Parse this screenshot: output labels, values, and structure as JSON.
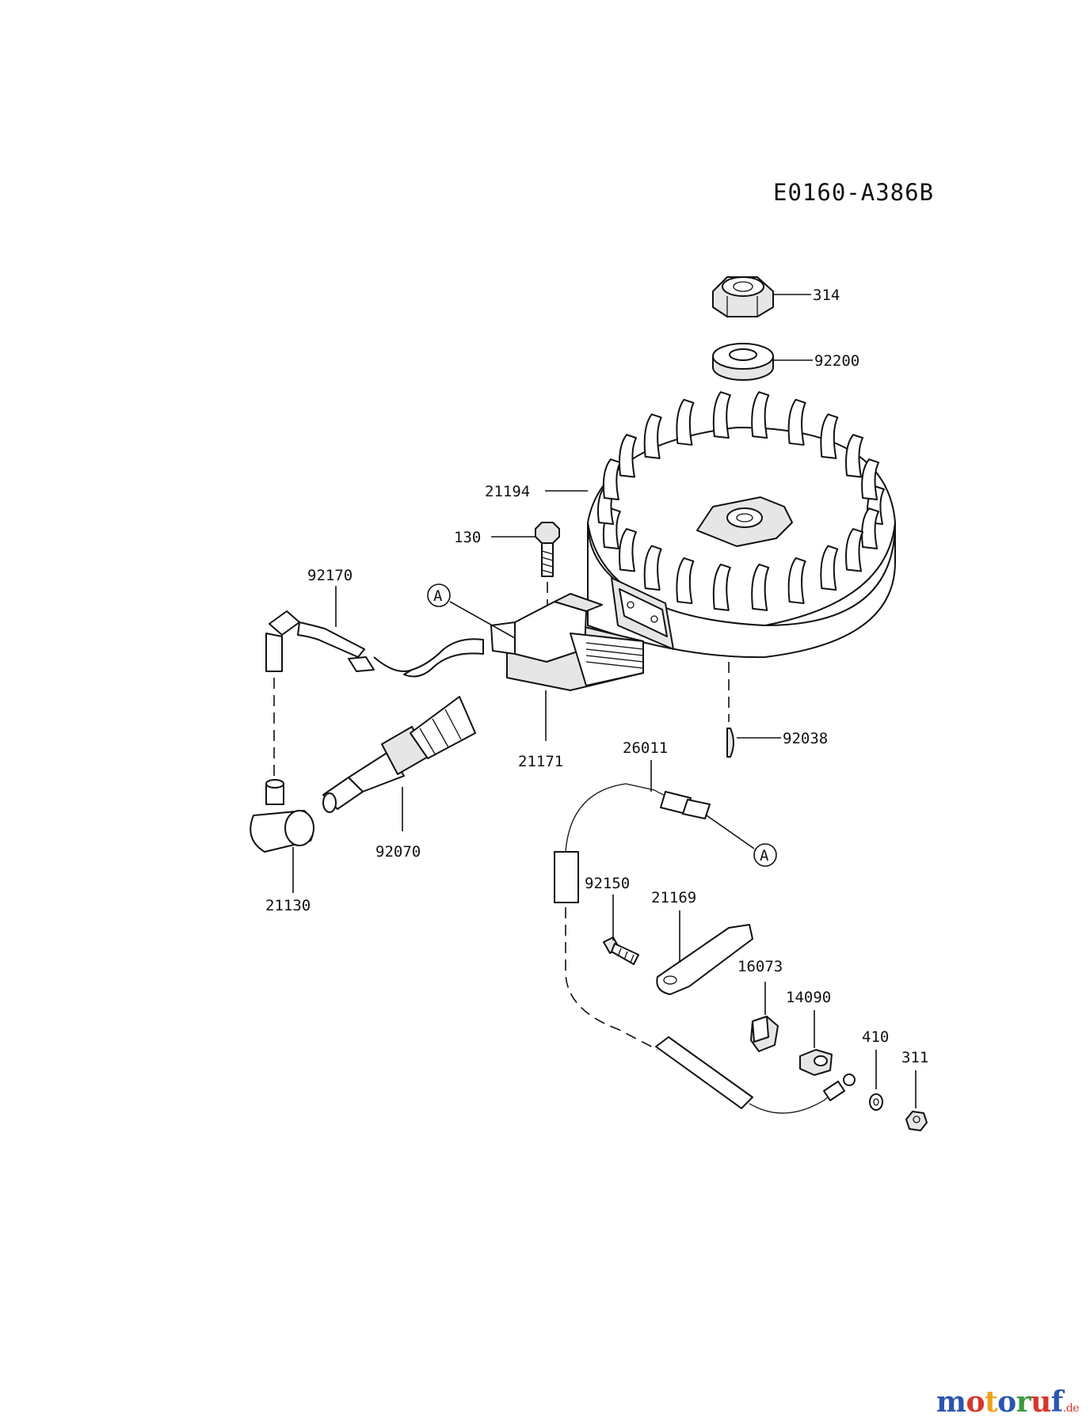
{
  "diagram_code": "E0160-A386B",
  "watermark": {
    "letters": [
      "m",
      "o",
      "t",
      "o",
      "r",
      "u",
      "f"
    ],
    "suffix": ".de",
    "colors": [
      "#2a56b0",
      "#d9342b",
      "#f0a21a",
      "#2a56b0",
      "#3a9b3f",
      "#d9342b",
      "#2a56b0"
    ]
  },
  "callout_letter": "A",
  "parts": {
    "p314": "314",
    "p92200": "92200",
    "p21194": "21194",
    "p130": "130",
    "p92170": "92170",
    "p21171": "21171",
    "p92038": "92038",
    "p26011": "26011",
    "p92070": "92070",
    "p21130": "21130",
    "p92150": "92150",
    "p21169": "21169",
    "p16073": "16073",
    "p14090": "14090",
    "p410": "410",
    "p311": "311"
  }
}
